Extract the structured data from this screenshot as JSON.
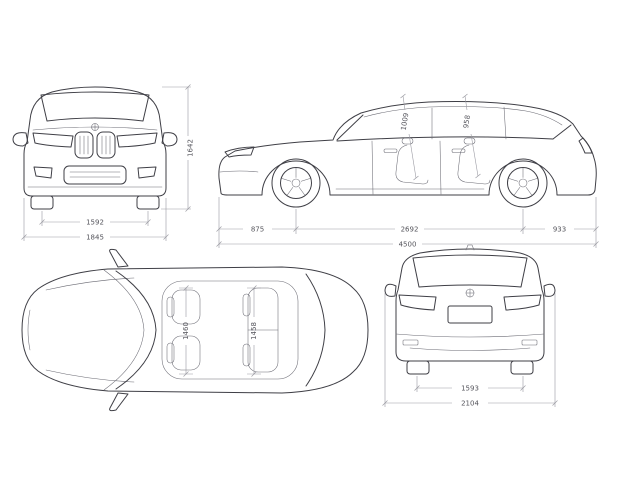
{
  "dims": {
    "front": {
      "track": "1592",
      "width": "1845",
      "height": "1642"
    },
    "side": {
      "headroom_front": "1009",
      "headroom_rear": "958",
      "front_overhang": "875",
      "wheelbase": "2692",
      "rear_overhang": "933",
      "length": "4500"
    },
    "top": {
      "interior_width_front": "1460",
      "interior_width_rear": "1458"
    },
    "rear": {
      "track": "1593",
      "width_incl_mirrors": "2104"
    }
  },
  "colors": {
    "line": "#3f3f46",
    "detail": "#6b6b74",
    "dim": "#9a9aa2",
    "text": "#55555c",
    "background": "#ffffff"
  }
}
